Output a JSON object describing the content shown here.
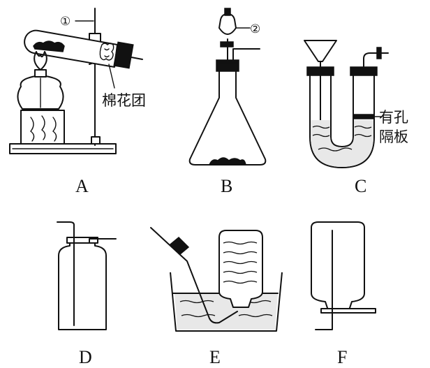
{
  "labels": {
    "a": "A",
    "b": "B",
    "c": "C",
    "d": "D",
    "e": "E",
    "f": "F"
  },
  "annotations": {
    "marker_1": "①",
    "marker_2": "②",
    "cotton": "棉花团",
    "plate_line1": "有孔",
    "plate_line2": "隔板"
  }
}
